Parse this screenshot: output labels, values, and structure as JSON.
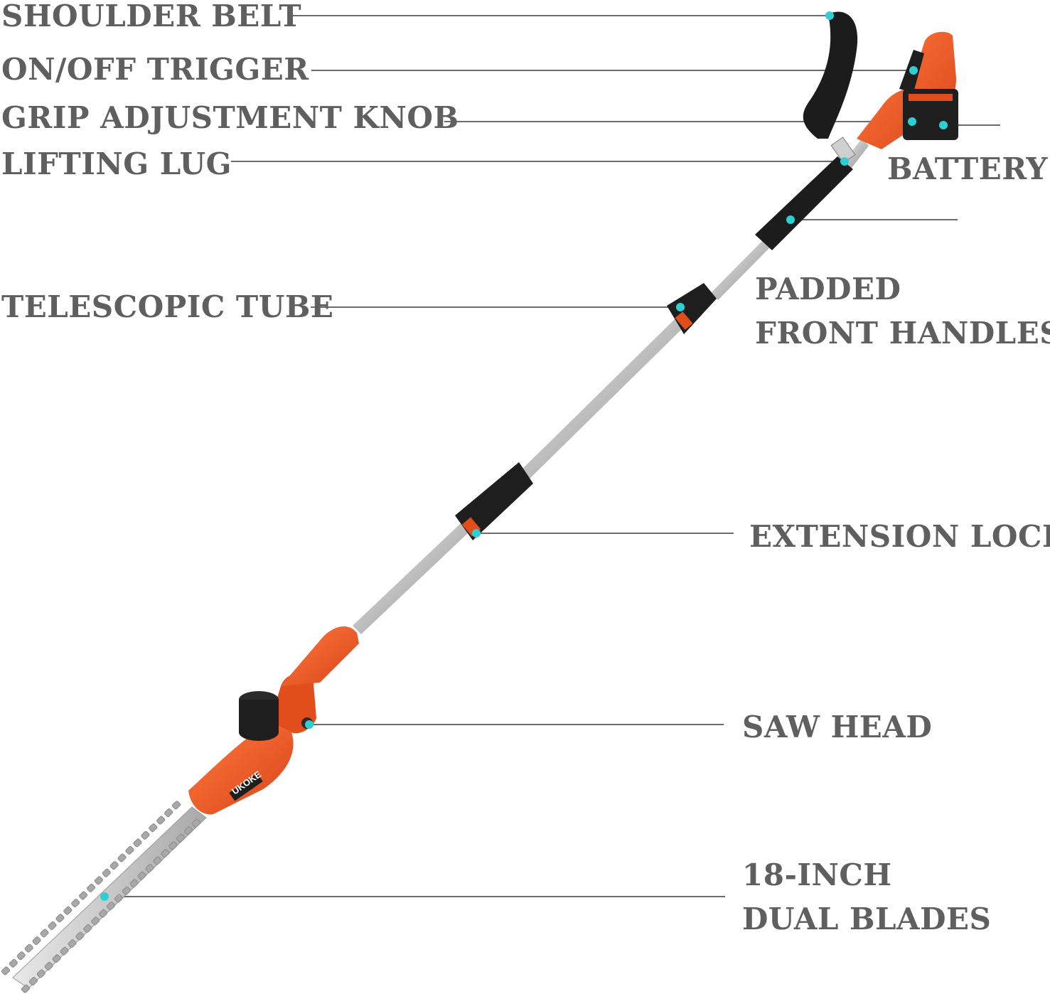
{
  "labels": {
    "shoulder_belt": "SHOULDER BELT",
    "on_off_trigger": "ON/OFF TRIGGER",
    "grip_adjustment_knob": "GRIP ADJUSTMENT KNOB",
    "lifting_lug": "LIFTING LUG",
    "battery": "BATTERY",
    "telescopic_tube": "TELESCOPIC TUBE",
    "padded_front_handles_line1": "PADDED",
    "padded_front_handles_line2": "FRONT HANDLES",
    "extension_lock": "EXTENSION LOCK",
    "saw_head": "SAW HEAD",
    "dual_blades_line1": "18-INCH",
    "dual_blades_line2": "DUAL BLADES"
  },
  "brand": "UKOKE",
  "colors": {
    "label_text": "#5f5f5f",
    "leader_line": "#6b6b6b",
    "callout_dot": "#2ecfd4",
    "tool_orange": "#ee5a24",
    "tool_black": "#1e1e1e",
    "tube_silver": "#c8c8c8"
  }
}
